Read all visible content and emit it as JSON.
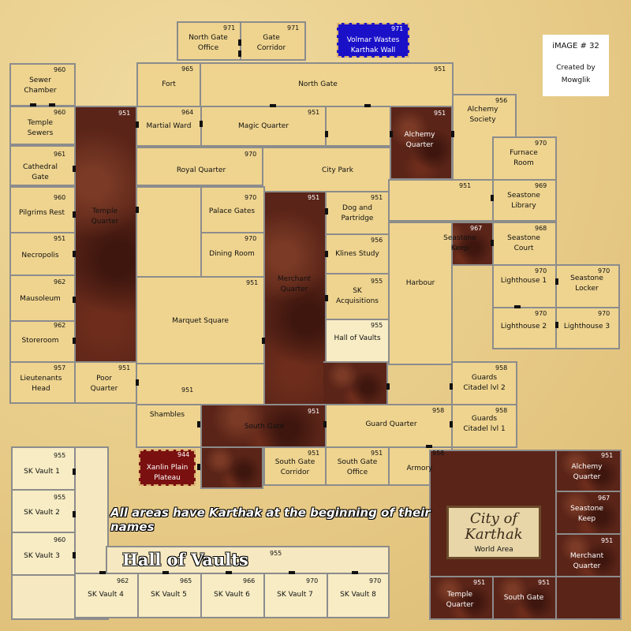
{
  "info": {
    "image_no": "iMAGE # 32",
    "created_by": "Created by",
    "author": "Mowglik"
  },
  "note": "All areas have Karthak at the beginning of their names",
  "hall_of_vaults_title": "Hall of Vaults",
  "hall_of_vaults_num": "955",
  "city_sign": {
    "title": "City of Karthak",
    "subtitle": "World Area"
  },
  "rooms": {
    "north_gate_office": {
      "label": "North Gate\nOffice",
      "num": "971"
    },
    "gate_corridor": {
      "label": "Gate\nCorridor",
      "num": "971"
    },
    "volmar_wastes": {
      "label": "Volmar Wastes\nKarthak Wall",
      "num": "971"
    },
    "sewer_chamber": {
      "label": "Sewer\nChamber",
      "num": "960"
    },
    "fort": {
      "label": "Fort",
      "num": "965"
    },
    "north_gate": {
      "label": "North Gate",
      "num": "951"
    },
    "alchemy_society": {
      "label": "Alchemy\nSociety",
      "num": "956"
    },
    "temple_sewers": {
      "label": "Temple\nSewers",
      "num": "960"
    },
    "temple_quarter": {
      "label": "Temple\nQuarter",
      "num": "951"
    },
    "martial_ward": {
      "label": "Martial Ward",
      "num": "964"
    },
    "magic_quarter": {
      "label": "Magic Quarter",
      "num": "951"
    },
    "alchemy_quarter": {
      "label": "Alchemy\nQuarter",
      "num": "951"
    },
    "cathedral_gate": {
      "label": "Cathedral\nGate",
      "num": "961"
    },
    "royal_quarter": {
      "label": "Royal Quarter",
      "num": "970"
    },
    "city_park": {
      "label": "City Park",
      "num": ""
    },
    "furnace_room": {
      "label": "Furnace\nRoom",
      "num": "970"
    },
    "pilgrims_rest": {
      "label": "Pilgrims Rest",
      "num": "960"
    },
    "palace_gates": {
      "label": "Palace Gates",
      "num": "970"
    },
    "merchant_quarter": {
      "label": "Merchant\nQuarter",
      "num": "951"
    },
    "dog_and_partridge": {
      "label": "Dog and\nPartridge",
      "num": "951"
    },
    "seastone_library": {
      "label": "Seastone\nLibrary",
      "num": "969"
    },
    "harbour_num": {
      "label": "",
      "num": "951"
    },
    "necropolis": {
      "label": "Necropolis",
      "num": "951"
    },
    "dining_room": {
      "label": "Dining Room",
      "num": "970"
    },
    "klines_study": {
      "label": "Klines Study",
      "num": "956"
    },
    "seastone_keep": {
      "label": "Seastone\nKeep",
      "num": "967"
    },
    "seastone_court": {
      "label": "Seastone\nCourt",
      "num": "968"
    },
    "mausoleum": {
      "label": "Mausoleum",
      "num": "962"
    },
    "sk_acquisitions": {
      "label": "SK\nAcquisitions",
      "num": "955"
    },
    "harbour": {
      "label": "Harbour",
      "num": ""
    },
    "lighthouse_1": {
      "label": "Lighthouse 1",
      "num": "970"
    },
    "seastone_locker": {
      "label": "Seastone\nLocker",
      "num": "970"
    },
    "marquet_square": {
      "label": "Marquet Square",
      "num": "951"
    },
    "storeroom": {
      "label": "Storeroom",
      "num": "962"
    },
    "hall_of_vaults_room": {
      "label": "Hall of Vaults",
      "num": "955"
    },
    "lighthouse_2": {
      "label": "Lighthouse 2",
      "num": "970"
    },
    "lighthouse_3": {
      "label": "Lighthouse 3",
      "num": "970"
    },
    "lieutenants_head": {
      "label": "Lieutenants\nHead",
      "num": "957"
    },
    "poor_quarter": {
      "label": "Poor\nQuarter",
      "num": "951"
    },
    "guards_citadel_2": {
      "label": "Guards\nCitadel lvl 2",
      "num": "958"
    },
    "shambles": {
      "label": "Shambles",
      "num": "951"
    },
    "south_gate": {
      "label": "South Gate",
      "num": "951"
    },
    "guard_quarter": {
      "label": "Guard Quarter",
      "num": "958"
    },
    "guards_citadel_1": {
      "label": "Guards\nCitadel lvl 1",
      "num": "958"
    },
    "xanlin_plain": {
      "label": "Xanlin Plain\nPlateau",
      "num": "944"
    },
    "south_gate_corridor": {
      "label": "South Gate\nCorridor",
      "num": "951"
    },
    "south_gate_office": {
      "label": "South Gate\nOffice",
      "num": "951"
    },
    "armory": {
      "label": "Armory",
      "num": "958"
    },
    "sk_vault_1": {
      "label": "SK Vault 1",
      "num": "955"
    },
    "sk_vault_2": {
      "label": "SK Vault 2",
      "num": "955"
    },
    "sk_vault_3": {
      "label": "SK Vault 3",
      "num": "960"
    },
    "sk_vault_4": {
      "label": "SK Vault 4",
      "num": "962"
    },
    "sk_vault_5": {
      "label": "SK Vault 5",
      "num": "965"
    },
    "sk_vault_6": {
      "label": "SK Vault 6",
      "num": "966"
    },
    "sk_vault_7": {
      "label": "SK Vault 7",
      "num": "970"
    },
    "sk_vault_8": {
      "label": "SK Vault 8",
      "num": "970"
    },
    "city_alchemy_quarter": {
      "label": "Alchemy\nQuarter",
      "num": "951"
    },
    "city_seastone_keep": {
      "label": "Seastone\nKeep",
      "num": "967"
    },
    "city_merchant_quarter": {
      "label": "Merchant\nQuarter",
      "num": "951"
    },
    "city_temple_quarter": {
      "label": "Temple\nQuarter",
      "num": "951"
    },
    "city_south_gate": {
      "label": "South Gate",
      "num": "951"
    }
  }
}
